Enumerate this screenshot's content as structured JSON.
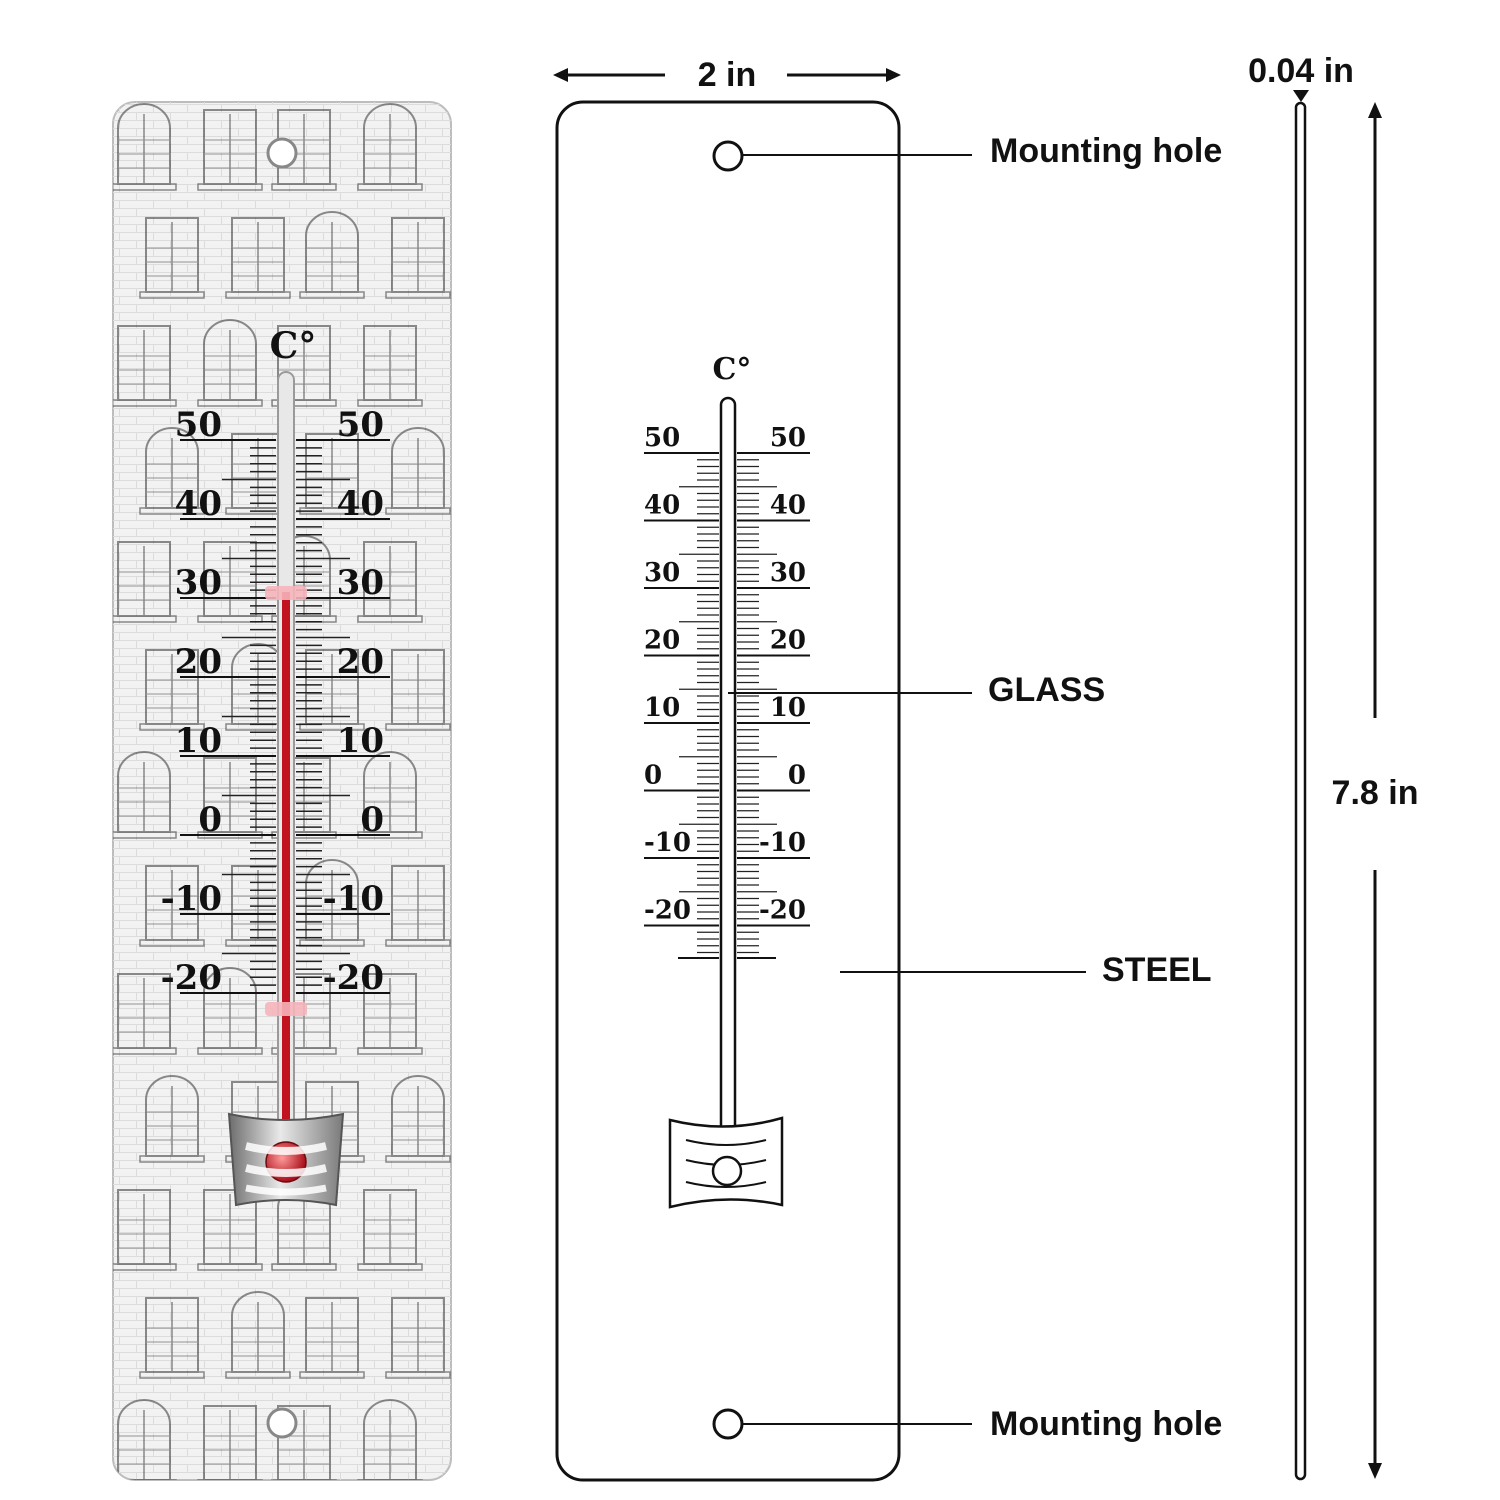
{
  "product_photo": {
    "unit": "C°",
    "scale_left": [
      "50",
      "40",
      "30",
      "20",
      "10",
      "0",
      "-10",
      "-20"
    ],
    "scale_right": [
      "50",
      "40",
      "30",
      "20",
      "10",
      "0",
      "-10",
      "-20"
    ],
    "mercury_color": "#c1121f",
    "panel_color": "#f2f2f2"
  },
  "diagram": {
    "unit": "C°",
    "scale_left": [
      "50",
      "40",
      "30",
      "20",
      "10",
      "0",
      "-10",
      "-20"
    ],
    "scale_right": [
      "50",
      "40",
      "30",
      "20",
      "10",
      "0",
      "-10",
      "-20"
    ],
    "callouts": {
      "mounting_hole_top": "Mounting hole",
      "glass": "GLASS",
      "steel": "STEEL",
      "mounting_hole_bottom": "Mounting hole"
    }
  },
  "dimensions": {
    "width": "2 in",
    "thickness": "0.04 in",
    "height": "7.8 in"
  }
}
